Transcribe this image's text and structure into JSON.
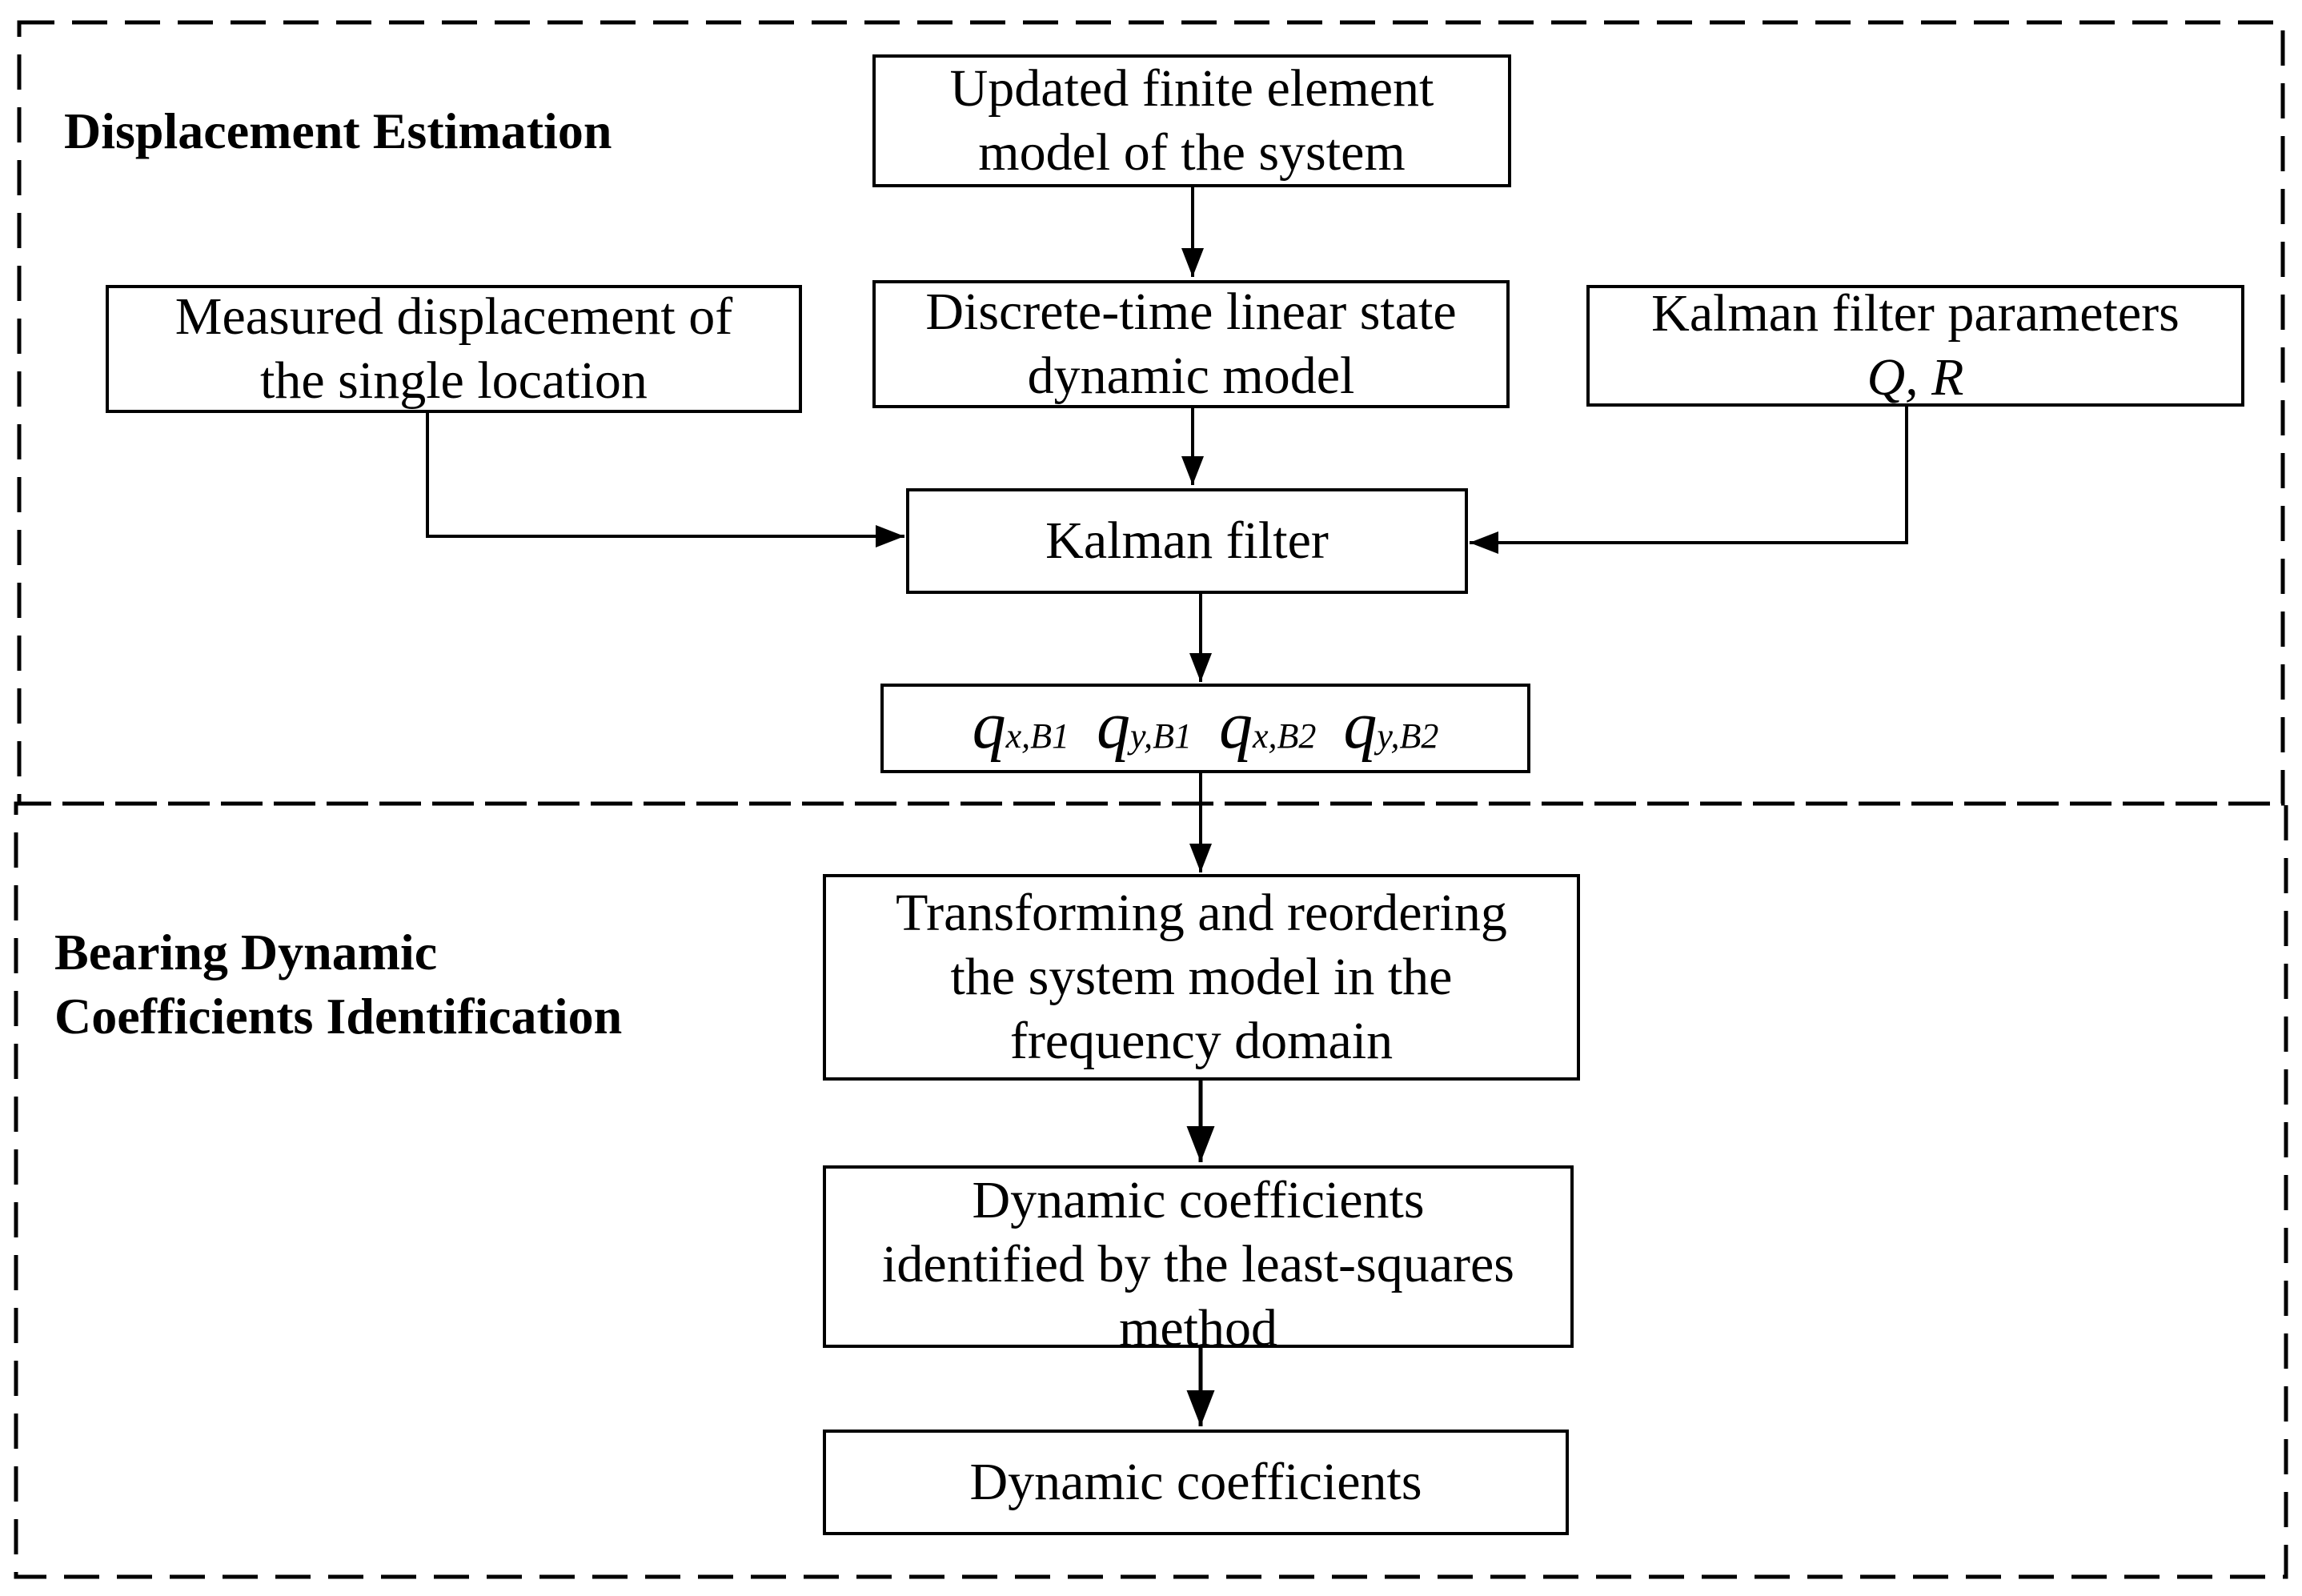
{
  "sections": {
    "top_title": "Displacement Estimation",
    "bottom_title_line1": "Bearing Dynamic",
    "bottom_title_line2": "Coefficients Identification"
  },
  "nodes": {
    "fem_line1": "Updated finite element",
    "fem_line2": "model of the system",
    "measured_line1": "Measured displacement of",
    "measured_line2": "the single location",
    "state_model_line1": "Discrete-time linear state",
    "state_model_line2": "dynamic model",
    "kf_params_line1": "Kalman filter parameters",
    "kf_params_line2": "Q, R",
    "kalman_filter": "Kalman filter",
    "outputs": [
      {
        "main": "q",
        "sub": "x,B1"
      },
      {
        "main": "q",
        "sub": "y,B1"
      },
      {
        "main": "q",
        "sub": "x,B2"
      },
      {
        "main": "q",
        "sub": "y,B2"
      }
    ],
    "transform_line1": "Transforming and reordering",
    "transform_line2": "the system model in the",
    "transform_line3": "frequency domain",
    "lsq_line1": "Dynamic coefficients",
    "lsq_line2": "identified by the least-squares",
    "lsq_line3": "method",
    "result": "Dynamic coefficients"
  }
}
